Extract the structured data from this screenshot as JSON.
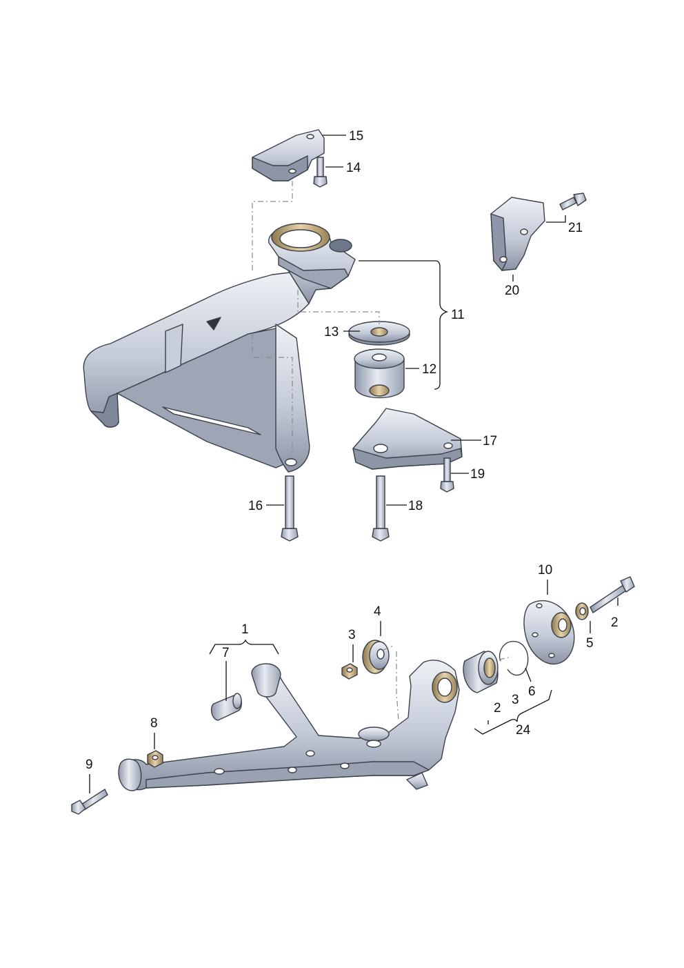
{
  "colors": {
    "part_light": "#dfe4ed",
    "part_mid": "#aeb6c6",
    "part_dark": "#6e7789",
    "outline": "#3a3f48",
    "brass": "#b79b6a",
    "label": "#111111"
  },
  "callouts": [
    {
      "id": "c1",
      "text": "1"
    },
    {
      "id": "c2a",
      "text": "2"
    },
    {
      "id": "c2b",
      "text": "2"
    },
    {
      "id": "c3a",
      "text": "3"
    },
    {
      "id": "c3b",
      "text": "3"
    },
    {
      "id": "c4",
      "text": "4"
    },
    {
      "id": "c5",
      "text": "5"
    },
    {
      "id": "c6",
      "text": "6"
    },
    {
      "id": "c7",
      "text": "7"
    },
    {
      "id": "c8",
      "text": "8"
    },
    {
      "id": "c9",
      "text": "9"
    },
    {
      "id": "c10",
      "text": "10"
    },
    {
      "id": "c11",
      "text": "11"
    },
    {
      "id": "c12",
      "text": "12"
    },
    {
      "id": "c13",
      "text": "13"
    },
    {
      "id": "c14",
      "text": "14"
    },
    {
      "id": "c15",
      "text": "15"
    },
    {
      "id": "c16",
      "text": "16"
    },
    {
      "id": "c17",
      "text": "17"
    },
    {
      "id": "c18",
      "text": "18"
    },
    {
      "id": "c19",
      "text": "19"
    },
    {
      "id": "c20",
      "text": "20"
    },
    {
      "id": "c21",
      "text": "21"
    },
    {
      "id": "c24",
      "text": "24"
    }
  ]
}
